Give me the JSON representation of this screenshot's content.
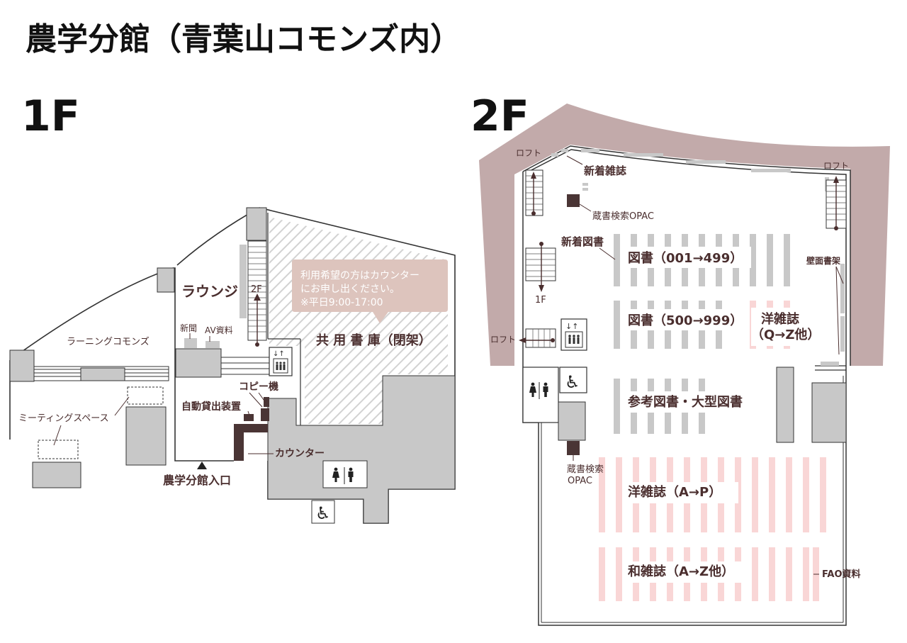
{
  "title": "農学分館（青葉山コモンズ内）",
  "floor1": {
    "heading": "1F",
    "labels": {
      "lounge": "ラウンジ",
      "learning_commons": "ラーニングコモンズ",
      "meeting_space": "ミーティングスペース",
      "newspaper": "新聞",
      "av_materials": "AV資料",
      "copier": "コピー機",
      "self_checkout": "自動貸出装置",
      "counter": "カウンター",
      "entrance": "農学分館入口",
      "stairs_2f": "2F",
      "shared_stacks": "共 用 書 庫（閉架）"
    },
    "notice": {
      "line1": "利用希望の方はカウンター",
      "line2": "にお申し出ください。",
      "line3": "※平日9:00-17:00"
    }
  },
  "floor2": {
    "heading": "2F",
    "labels": {
      "loft_left": "ロフト",
      "loft_right": "ロフト",
      "loft_bottom": "ロフト",
      "new_journals": "新着雑誌",
      "opac_top": "蔵書検索OPAC",
      "new_books": "新着図書",
      "books_001_499": "図書（001→499）",
      "books_500_999": "図書（500→999）",
      "foreign_journals_qz_line1": "洋雑誌",
      "foreign_journals_qz_line2": "（Q→Z他）",
      "wall_shelves": "壁面書架",
      "stairs_1f": "1F",
      "reference_books": "参考図書・大型図書",
      "opac_bottom_line1": "蔵書検索",
      "opac_bottom_line2": "OPAC",
      "foreign_journals_ap": "洋雑誌（A→P）",
      "japanese_journals": "和雑誌（A→Z他）",
      "fao_materials": "FAO資料"
    }
  },
  "colors": {
    "stacks_gray": "#c8c8c8",
    "roof_band": "#c2aaaa",
    "journal_pink": "#f9d6d6",
    "notice_bg": "#ddc4bd",
    "label_brown": "#4a2e2e",
    "marker_dark": "#4a3535"
  },
  "icons": {
    "elevator": "elevator-icon",
    "restroom": "restroom-icon",
    "accessible": "wheelchair-icon",
    "entrance": "entrance-triangle-icon"
  }
}
